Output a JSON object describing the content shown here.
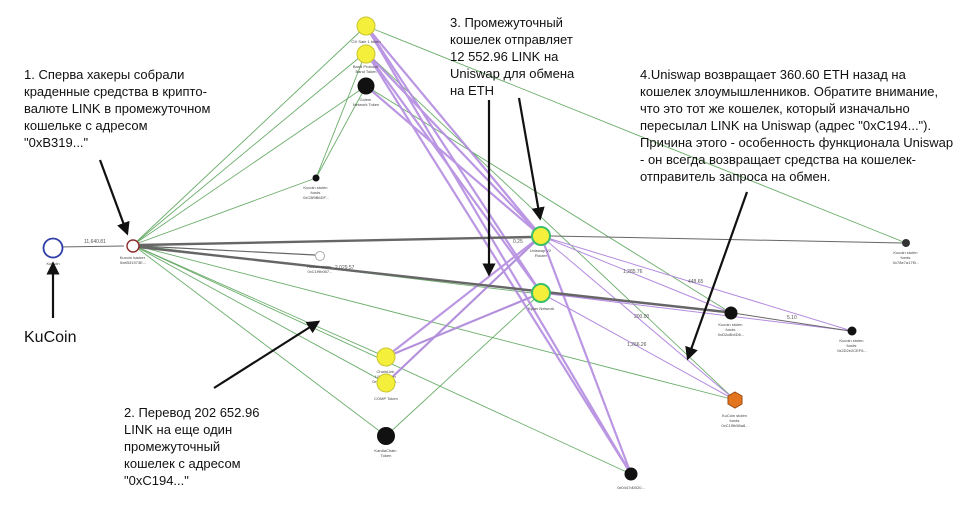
{
  "annotations": {
    "a1": "1. Сперва хакеры собрали\nкраденные средства в крипто-\nвалюте LINK в промежуточном\nкошельке с адресом\n\"0xB319...\"",
    "a2": "2. Перевод 202 652.96\nLINK на еще один\nпромежуточный\nкошелек с адресом\n\"0xC194...\"",
    "a3": "3. Промежуточный\nкошелек отправляет\n12 552.96 LINK на\nUniswap для обмена\nна ETH",
    "a4": "4.Uniswap возвращает 360.60 ETH назад на\nкошелек злоумышленников. Обратите внимание,\nчто это тот же кошелек, который изначально\nпересылал LINK на Uniswap (адрес \"0xC194...\").\nПричина этого - особенность функционала Uniswap\n- он всегда возвращает средства на кошелек-\nотправитель запроса на обмен.",
    "kucoin": "KuCoin"
  },
  "nodes": [
    {
      "id": "kucoin",
      "label": "KuCoin",
      "color": "#ffffff",
      "stroke": "#2d3ea8",
      "kind": "source"
    },
    {
      "id": "hacker",
      "label": "Kucoin hacker\n0xeB31973E...",
      "color": "#ffffff",
      "stroke": "#8b2b2b",
      "kind": "hacker"
    },
    {
      "id": "yt1",
      "label": "OX Sale 1 token",
      "color": "#f3ef3a",
      "stroke": "#c9c430",
      "kind": "token"
    },
    {
      "id": "yt2",
      "label": "Band Protocol\nBand Token",
      "color": "#f3ef3a",
      "stroke": "#c9c430",
      "kind": "token"
    },
    {
      "id": "bt1",
      "label": "Golem\nNetwork Token",
      "color": "#111111",
      "stroke": "#111111",
      "kind": "black"
    },
    {
      "id": "sm1",
      "label": "Kucoin stolen\nfunds\n0xC8f9B6DF...",
      "color": "#111111",
      "stroke": "#111111",
      "kind": "small"
    },
    {
      "id": "empty",
      "label": "Kucoin stolen\n0xC1f9b067...",
      "color": "#ffffff",
      "stroke": "#999999",
      "kind": "empty"
    },
    {
      "id": "uni",
      "label": "Uniswap V2\nRouter",
      "color": "#f3ef3a",
      "stroke": "#3cbf6b",
      "kind": "exchange"
    },
    {
      "id": "kyber",
      "label": "Kyber Network",
      "color": "#f3ef3a",
      "stroke": "#3cbf6b",
      "kind": "exchange"
    },
    {
      "id": "r1",
      "label": "Kucoin stolen\nfunds\n0x78e7a17f0...",
      "color": "#333333",
      "stroke": "#333333",
      "kind": "small"
    },
    {
      "id": "r2",
      "label": "Kucoin stolen\nfunds\n0xD2c8b4D6...",
      "color": "#111111",
      "stroke": "#111111",
      "kind": "mid"
    },
    {
      "id": "r3",
      "label": "Kucoin stolen\nfunds\n0x2D2e2CEF6...",
      "color": "#111111",
      "stroke": "#111111",
      "kind": "small"
    },
    {
      "id": "chain",
      "label": "ChainLink\nLINK Token\n0x514910771...",
      "color": "#f3ef3a",
      "stroke": "#c9c430",
      "kind": "token"
    },
    {
      "id": "comp",
      "label": "COMP Token",
      "color": "#f3ef3a",
      "stroke": "#c9c430",
      "kind": "token"
    },
    {
      "id": "kyberb",
      "label": "KardiaChain\nToken",
      "color": "#111111",
      "stroke": "#111111",
      "kind": "black"
    },
    {
      "id": "hex",
      "label": "KuCoin stolen\nfunds\n0xC1f9b56a8...",
      "color": "#e4751f",
      "stroke": "#9a4b12",
      "kind": "hex"
    },
    {
      "id": "bot",
      "label": "0x0447d0020...",
      "color": "#111111",
      "stroke": "#111111",
      "kind": "mid"
    }
  ],
  "edge_labels": [
    {
      "id": "e1",
      "text": "11,640.81"
    },
    {
      "id": "e2",
      "text": "0.25"
    },
    {
      "id": "e3",
      "text": "2,029.57"
    },
    {
      "id": "e4",
      "text": "1,285.76"
    },
    {
      "id": "e5",
      "text": "448.65"
    },
    {
      "id": "e6",
      "text": "200.00"
    },
    {
      "id": "e7",
      "text": "1,266.26"
    },
    {
      "id": "e8",
      "text": "5.10"
    }
  ],
  "colors": {
    "green_edge": "#5fa55f",
    "purple_edge": "#b58be0",
    "grey_edge": "#666666",
    "arrow": "#111111"
  }
}
